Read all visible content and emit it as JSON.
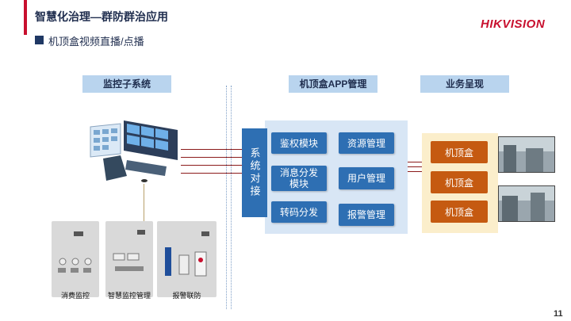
{
  "header": {
    "title": "智慧化治理—群防群治应用",
    "subtitle": "机顶盒视频直播/点播",
    "logo": "HIKVISION"
  },
  "columns": {
    "monitor": "监控子系统",
    "app": "机顶盒APP管理",
    "business": "业务呈现"
  },
  "system_link": "系统对接",
  "modules": {
    "auth": "鉴权模块",
    "resource": "资源管理",
    "message": "消息分发模块",
    "user": "用户管理",
    "transcode": "转码分发",
    "alarm": "报警管理"
  },
  "set_top_boxes": [
    "机顶盒",
    "机顶盒",
    "机顶盒"
  ],
  "subsystems": [
    "消费监控",
    "智慧监控管理",
    "报警联防"
  ],
  "page_number": "11",
  "colors": {
    "brand_red": "#c8102e",
    "module_blue": "#2e6fb3",
    "stb_orange": "#c55a11"
  }
}
